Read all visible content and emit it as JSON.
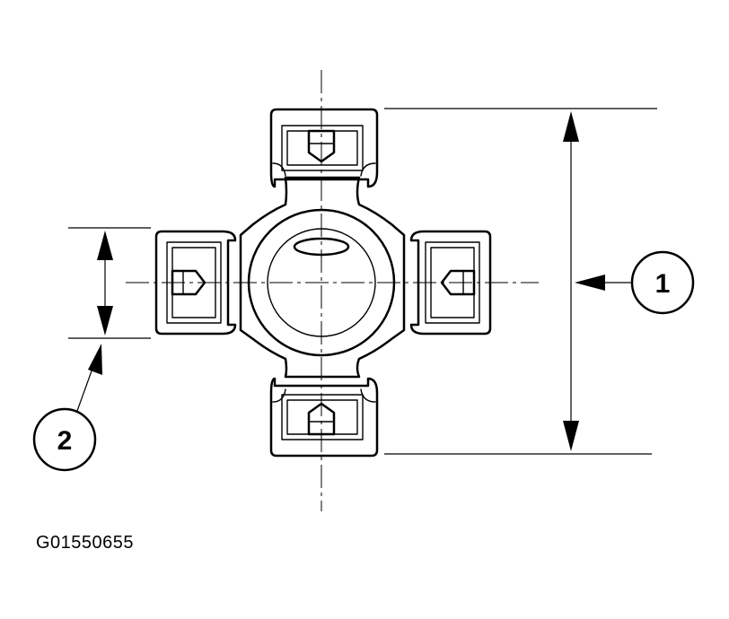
{
  "callouts": [
    {
      "id": "1",
      "label": "1",
      "target": "overall-cap-to-cap-dimension"
    },
    {
      "id": "2",
      "label": "2",
      "target": "bearing-cap-width-dimension"
    }
  ],
  "figure_id": "G01550655"
}
